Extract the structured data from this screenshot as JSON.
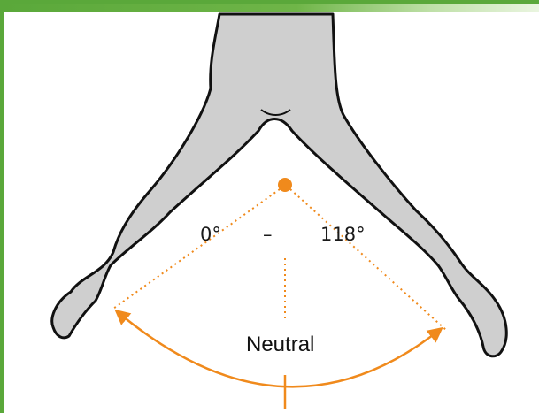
{
  "diagram": {
    "labels": {
      "start_angle": "0°",
      "separator": "–",
      "end_angle": "118°",
      "neutral": "Neutral"
    },
    "colors": {
      "accent_orange": "#f08a1c",
      "figure_fill": "#cfcfcf",
      "figure_outline": "#111111",
      "frame_green": "#5aa83a"
    }
  }
}
